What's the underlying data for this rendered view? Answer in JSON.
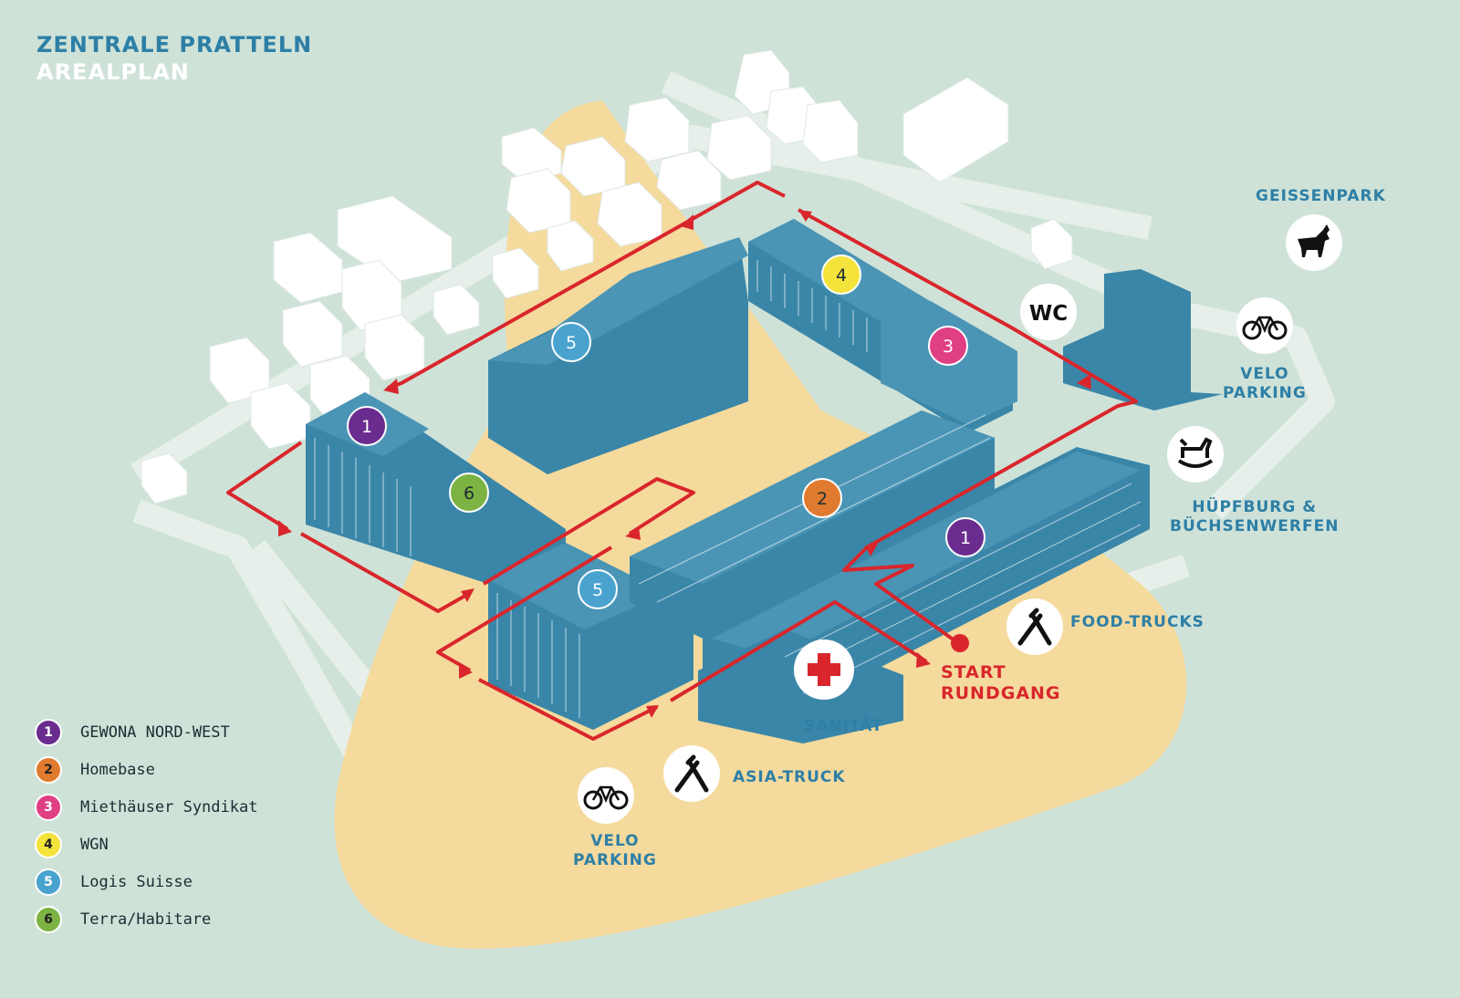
{
  "header": {
    "title": "ZENTRALE PRATTELN",
    "subtitle": "AREALPLAN"
  },
  "colors": {
    "background": "#cfe2d8",
    "zone": "#f7d99a",
    "building": "#3a86a8",
    "route": "#d9262c",
    "label": "#2d7fa6",
    "marker_1": "#6a2c8e",
    "marker_2": "#e07a2e",
    "marker_3": "#e03f84",
    "marker_4": "#f3e33b",
    "marker_5": "#4aa3cf",
    "marker_6": "#7cb342"
  },
  "legend": [
    {
      "num": "1",
      "label": "GEWONA NORD-WEST",
      "color": "#6a2c8e"
    },
    {
      "num": "2",
      "label": "Homebase",
      "color": "#e07a2e"
    },
    {
      "num": "3",
      "label": "Miethäuser Syndikat",
      "color": "#e03f84"
    },
    {
      "num": "4",
      "label": "WGN",
      "color": "#f3e33b"
    },
    {
      "num": "5",
      "label": "Logis Suisse",
      "color": "#4aa3cf"
    },
    {
      "num": "6",
      "label": "Terra/Habitare",
      "color": "#7cb342"
    }
  ],
  "map_markers": [
    {
      "num": "1"
    },
    {
      "num": "1"
    },
    {
      "num": "2"
    },
    {
      "num": "3"
    },
    {
      "num": "4"
    },
    {
      "num": "5"
    },
    {
      "num": "5"
    },
    {
      "num": "6"
    }
  ],
  "pois": {
    "geissenpark": {
      "label": "GEISSENPARK",
      "icon": "goat-icon"
    },
    "velo_parking_right": {
      "line1": "VELO",
      "line2": "PARKING",
      "icon": "bicycle-icon"
    },
    "velo_parking_bottom": {
      "line1": "VELO",
      "line2": "PARKING",
      "icon": "bicycle-icon"
    },
    "huepfburg": {
      "line1": "HÜPFBURG &",
      "line2": "BÜCHSENWERFEN",
      "icon": "rocking-horse-icon"
    },
    "food_trucks": {
      "label": "FOOD-TRUCKS",
      "icon": "fork-knife-icon"
    },
    "asia_truck": {
      "label": "ASIA-TRUCK",
      "icon": "fork-knife-icon"
    },
    "sanitaet": {
      "label": "SANITÄT",
      "icon": "red-cross-icon"
    },
    "wc": {
      "label": "WC",
      "icon": "wc-icon"
    },
    "start": {
      "line1": "START",
      "line2": "RUNDGANG"
    }
  }
}
